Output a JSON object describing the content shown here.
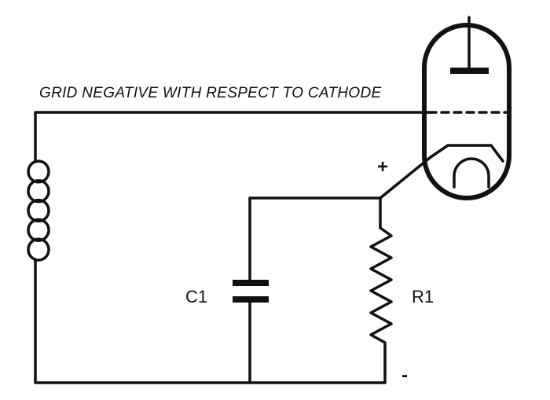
{
  "diagram": {
    "caption": "GRID NEGATIVE WITH RESPECT TO CATHODE",
    "capacitor_label": "C1",
    "resistor_label": "R1",
    "plus_sign": "+",
    "minus_sign": "-"
  },
  "colors": {
    "ink": "#111111",
    "background": "#ffffff"
  }
}
